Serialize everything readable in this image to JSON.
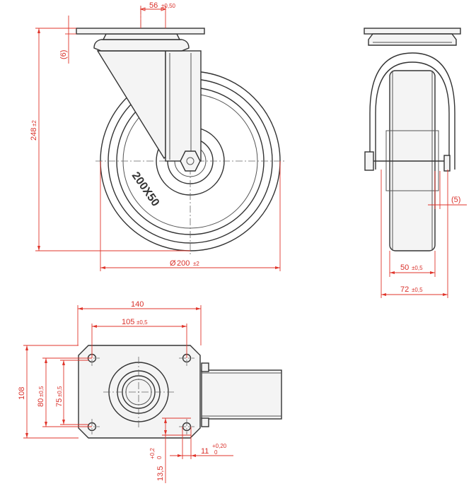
{
  "dimensions": {
    "top_width": {
      "value": "56",
      "tol": "±0,50"
    },
    "plate_thickness": "(6)",
    "overall_height": {
      "value": "248",
      "tol": "±2"
    },
    "wheel_diameter": {
      "symbol": "Ø",
      "value": "200",
      "tol": "±2"
    },
    "side_offset": "(5)",
    "wheel_width": {
      "value": "50",
      "tol": "±0,5"
    },
    "fork_width": {
      "value": "72",
      "tol": "±0,5"
    },
    "plate_width": "140",
    "hole_spacing_x": {
      "value": "105",
      "tol": "±0,5"
    },
    "plate_depth": "108",
    "hole_spacing_y_outer": {
      "value": "80",
      "tol": "±0,5"
    },
    "hole_spacing_y_inner": {
      "value": "75",
      "tol": "±0,5"
    },
    "hole_dia_small": {
      "value": "11",
      "tol_upper": "+0,20",
      "tol_lower": "0"
    },
    "hole_dia_large": {
      "value": "13,5",
      "tol_upper": "+0,2",
      "tol_lower": "0"
    }
  },
  "wheel_marking": "200X50",
  "colors": {
    "dimension": "#e0352b",
    "object": "#333333"
  }
}
